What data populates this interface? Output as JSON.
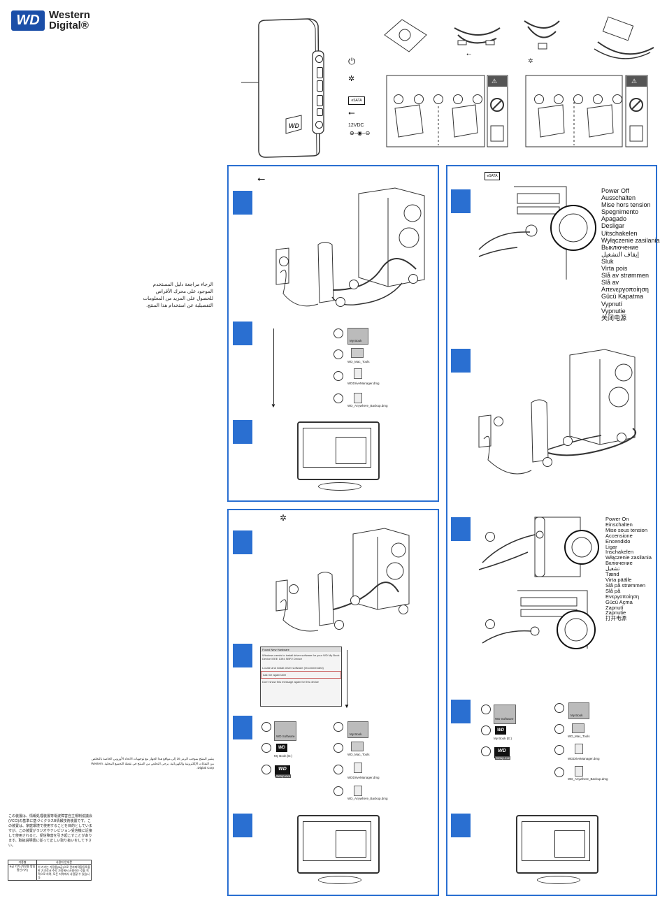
{
  "brand": {
    "logo_mark": "WD",
    "name_line1": "Western",
    "name_line2": "Digital®"
  },
  "device_panel": {
    "power_label": "12VDC",
    "wd_badge": "WD"
  },
  "accessories": {
    "warning_glyph": "⚠"
  },
  "panels": {
    "usb": {
      "header_icon": "usb-icon",
      "steps": [
        "",
        "",
        ""
      ]
    },
    "firewire": {
      "header_icon": "firewire-icon",
      "steps": [
        "",
        "",
        "",
        ""
      ]
    },
    "esata": {
      "header_icon": "esata-icon",
      "steps": [
        "",
        "",
        "",
        "",
        ""
      ]
    }
  },
  "power_off_list": [
    "Power Off",
    "Ausschalten",
    "Mise hors tension",
    "Spegnimento",
    "Apagado",
    "Desligar",
    "Uitschakelen",
    "Wyłączenie zasilania",
    "Выключение",
    "إيقاف التشغيل",
    "Sluk",
    "Virta pois",
    "Slå av strømmen",
    "Slå av",
    "Απενεργοποίηση",
    "Gücü Kapatma",
    "Vypnutí",
    "Vypnutie",
    "关闭电源"
  ],
  "power_on_list": [
    "Power On",
    "Einschalten",
    "Mise sous tension",
    "Accensione",
    "Encendido",
    "Ligar",
    "Inschakelen",
    "Włączenie zasilania",
    "Включение",
    "تشغيل",
    "Tænd",
    "Virta päälle",
    "Slå på strømmen",
    "Slå på",
    "Ενεργοποίηση",
    "Gücü Açma",
    "Zapnutí",
    "Zapnutie",
    "打开电源"
  ],
  "files": {
    "my_book": "My Book",
    "wd_mac_tools": "WD_Mac_Tools",
    "wd_drive_manager": "WDDriveManager.dmg",
    "wd_anywhere": "WD_Anywhere_Backup.dmg",
    "wd_software": "WD Software",
    "my_book_e": "My Book (E:)",
    "setup": "Setup.exe"
  },
  "dialog": {
    "title": "Found New Hardware",
    "heading": "Windows needs to install driver software for your WD My Book Device IEEE 1394 SBP2 Device",
    "option1": "Locate and install driver software (recommended)",
    "option2": "Ask me again later",
    "option3": "Don't show this message again for this device"
  },
  "arabic_note": "الرجاء مراجعة دليل المستخدم الموجود على محرك الأقراص للحصول على المزيد من المعلومات التفصيلية عن استخدام هذا المنتج.",
  "arabic_legal": "يشير المنتج بموجب الرمز 16 إلى مواقع هذا الجهاز مع توجيهات الاتحاد الأوروبي الخاصة بالتخلص من النفايات الإلكترونية والكهربائية. يرجى التخلص من المنتج في نقطة التجميع المحلية. Western Digital Corp.",
  "japanese_vcci": "この装置は、情報処理装置等電波障害自主規制協議会(VCCI)の基準に基づくクラスB情報技術装置です。この装置は、家庭環境で使用することを目的としていますが、この装置がラジオやテレビジョン受信機に近接して使用されると、受信障害を引き起こすことがあります。取扱説明書に従って正しい取り扱いをして下さい。",
  "korean_table": {
    "col1": "기종별",
    "col2": "사용자 안내문",
    "row_label": "B급 기기 (가정용 방송통신기기)",
    "row_text": "이 기기는 가정용(B급)으로 전자파적합등록을 한 기기로서 주로 가정에서 사용하는 것을 목적으로 하며, 모든 지역에서 사용할 수 있습니다."
  }
}
